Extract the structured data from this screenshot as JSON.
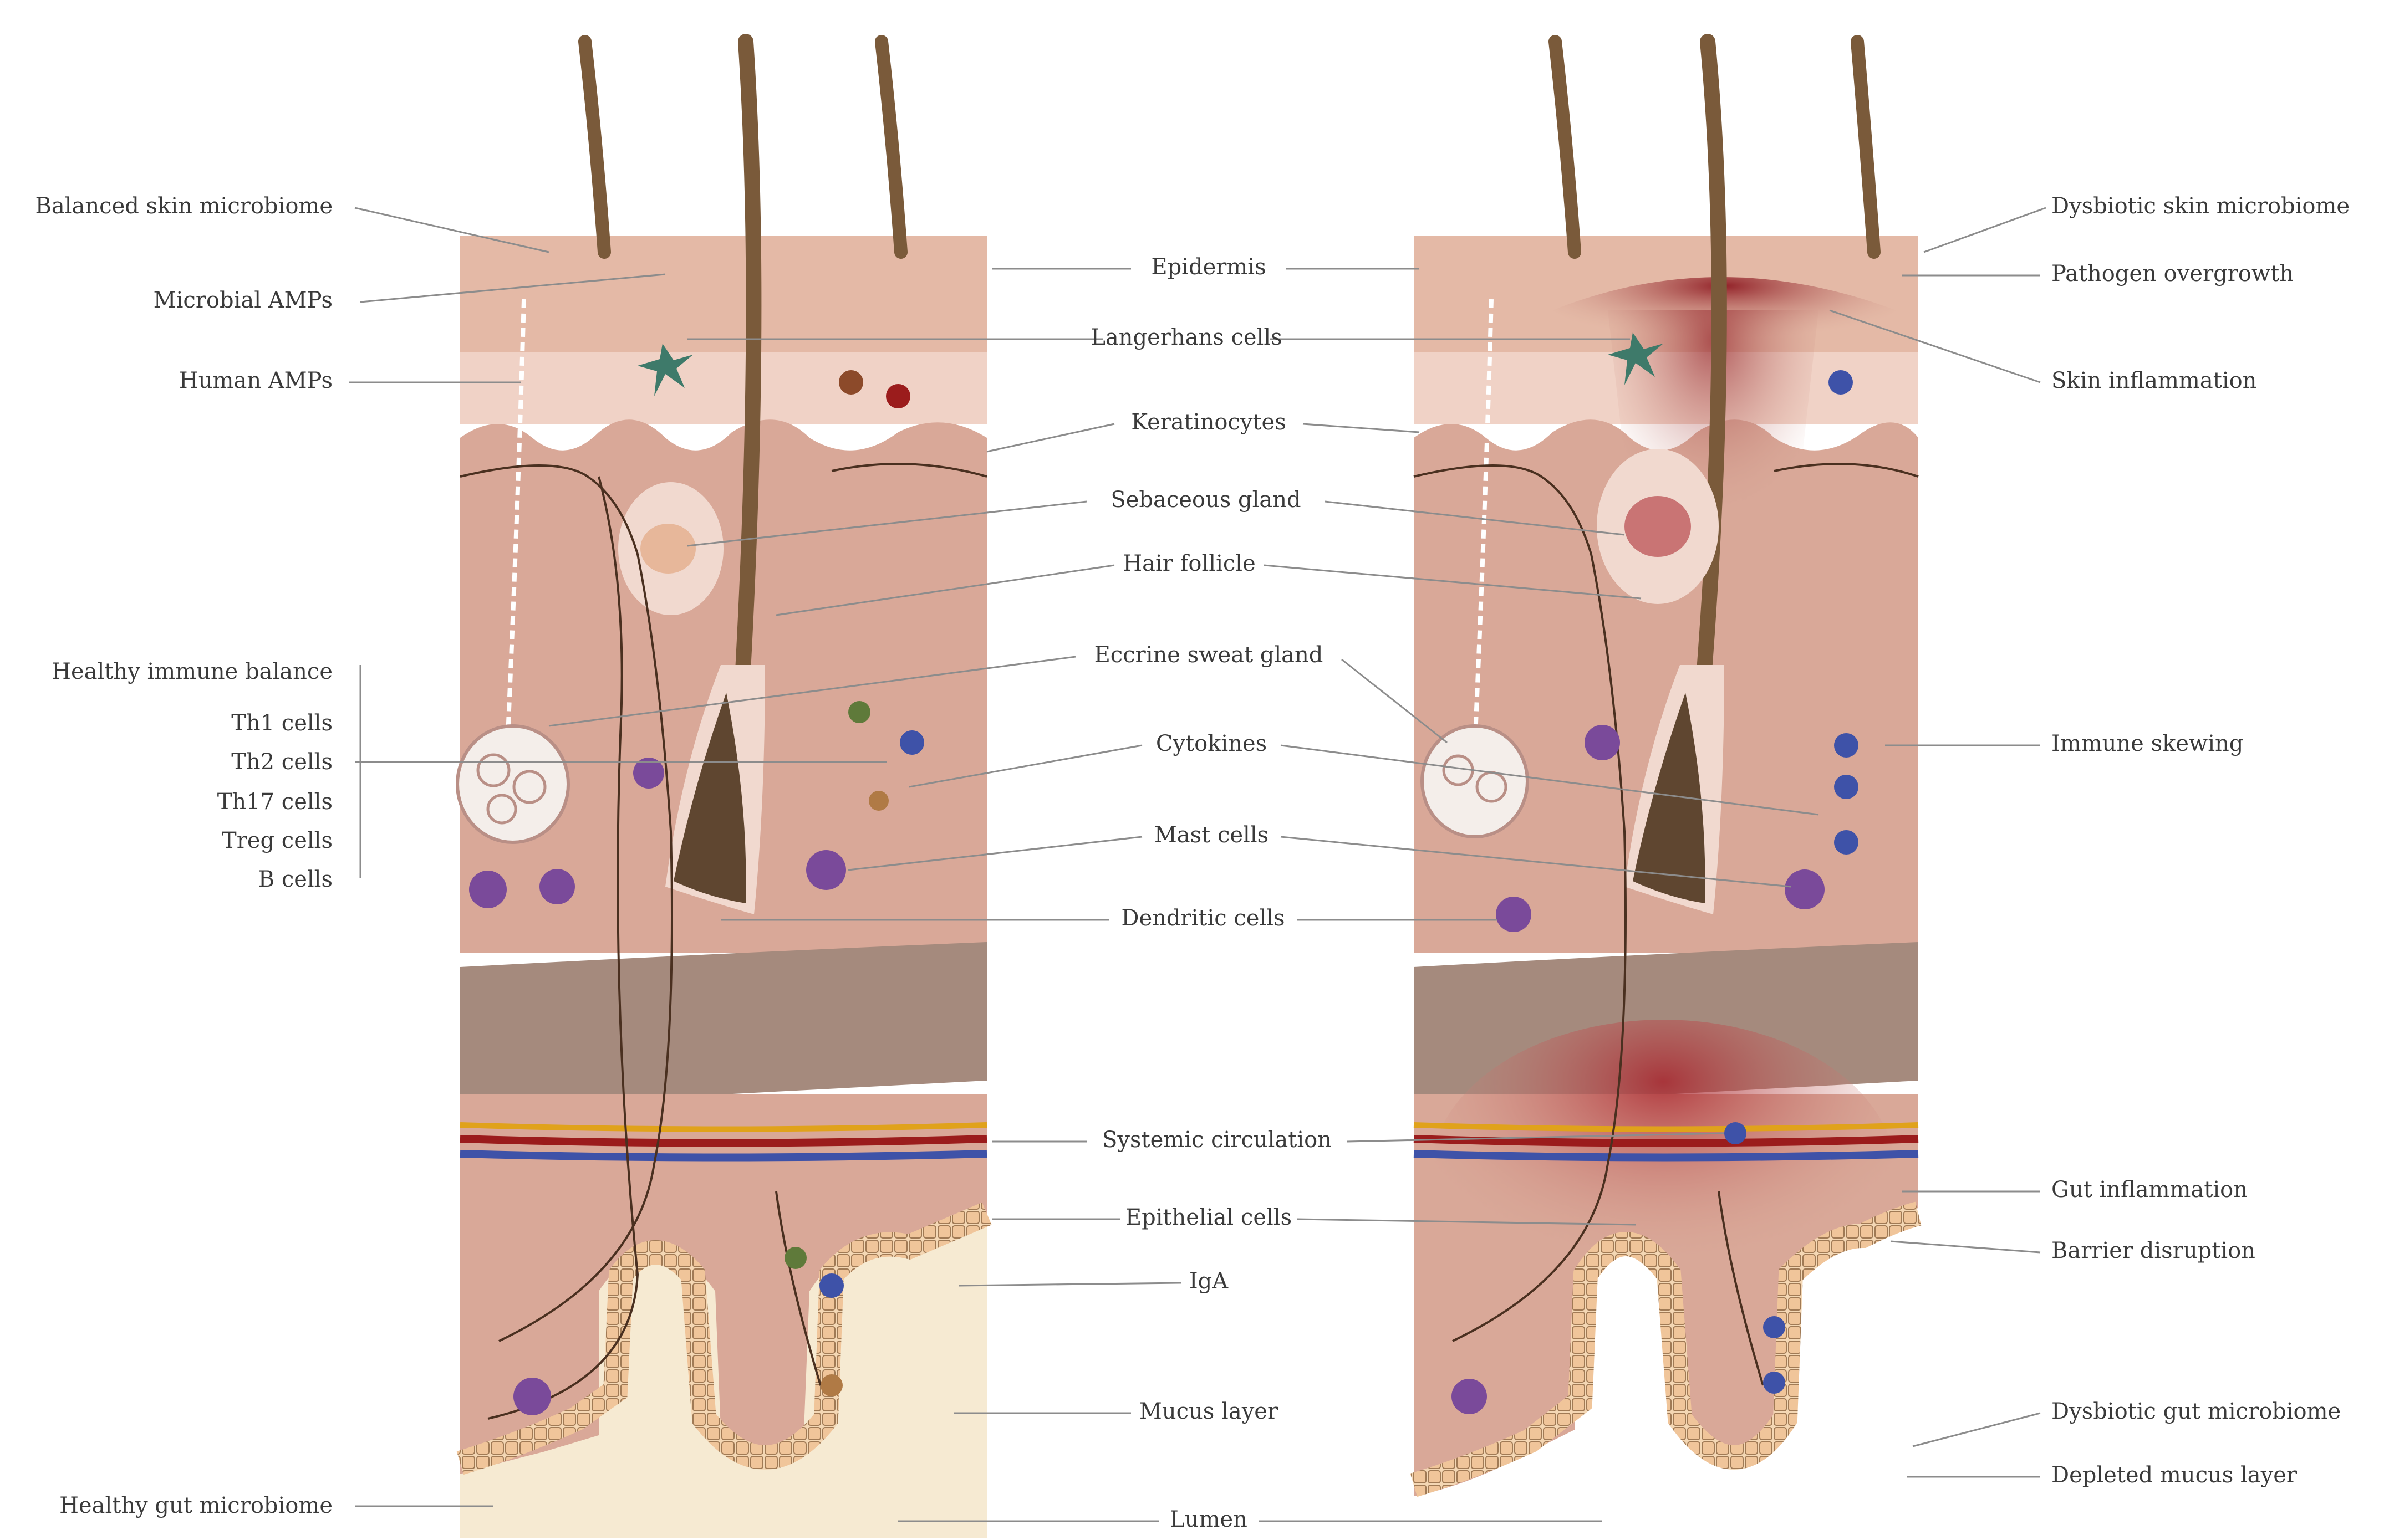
{
  "labels": {
    "balanced_skin_microbiome": "Balanced skin microbiome",
    "microbial_amps": "Microbial AMPs",
    "human_amps": "Human AMPs",
    "healthy_immune_balance": "Healthy immune balance",
    "th1": "Th1 cells",
    "th2": "Th2 cells",
    "th17": "Th17 cells",
    "treg": "Treg cells",
    "b_cells": "B cells",
    "healthy_gut_microbiome": "Healthy gut microbiome",
    "epidermis": "Epidermis",
    "langerhans": "Langerhans cells",
    "keratinocytes": "Keratinocytes",
    "sebaceous": "Sebaceous gland",
    "hair_follicle": "Hair follicle",
    "eccrine": "Eccrine sweat gland",
    "cytokines": "Cytokines",
    "mast": "Mast cells",
    "dendritic": "Dendritic cells",
    "systemic": "Systemic circulation",
    "epithelial": "Epithelial cells",
    "iga": "IgA",
    "mucus": "Mucus layer",
    "lumen": "Lumen",
    "dysbiotic_skin_microbiome": "Dysbiotic skin microbiome",
    "pathogen_overgrowth": "Pathogen overgrowth",
    "skin_inflammation": "Skin inflammation",
    "immune_skewing": "Immune skewing",
    "gut_inflammation": "Gut inflammation",
    "barrier_disruption": "Barrier disruption",
    "dysbiotic_gut_microbiome": "Dysbiotic gut microbiome",
    "depleted_mucus_layer": "Depleted mucus layer"
  },
  "colors": {
    "epidermis": "#e7c0ad",
    "dermis": "#d9a898",
    "dermis_light": "#f0d2c6",
    "fat_band": "#a58a7d",
    "hair": "#7a5a3a",
    "artery": "#9b1c1c",
    "vein": "#3e52a8",
    "lymph": "#e0a21b",
    "inflammation": "#a8202a",
    "mucus": "#f6ead2",
    "line": "#8c8c8c"
  }
}
